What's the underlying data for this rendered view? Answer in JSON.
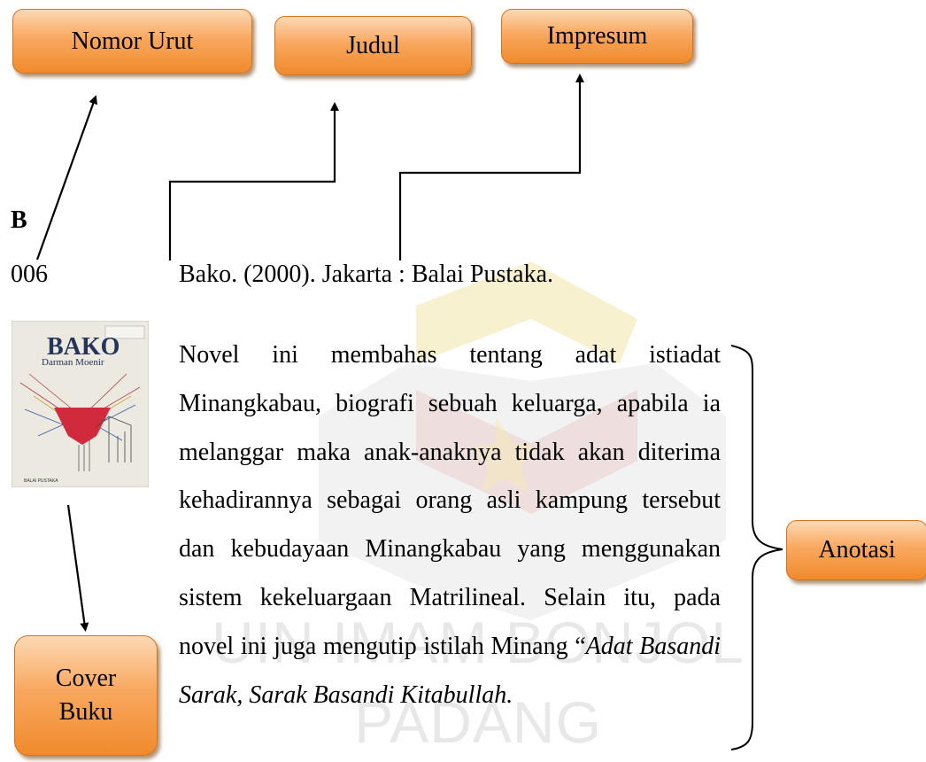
{
  "labels": {
    "nomor_urut": "Nomor Urut",
    "judul": "Judul",
    "impresum": "Impresum",
    "anotasi": "Anotasi",
    "cover_line1": "Cover",
    "cover_line2": "Buku"
  },
  "entry": {
    "letter": "B",
    "call_number": "006",
    "citation": "Bako. (2000). Jakarta : Balai Pustaka."
  },
  "annotation": {
    "text": "Novel ini membahas tentang adat istiadat Minangkabau, biografi sebuah keluarga, apabila ia melanggar maka anak-anaknya tidak akan diterima kehadirannya sebagai orang asli kampung tersebut dan kebudayaan Minangkabau yang menggunakan sistem kekeluargaan Matrilineal. Selain itu, pada novel ini juga mengutip istilah Minang “",
    "italic": "Adat Basandi Sarak, Sarak Basandi Kitabullah."
  },
  "cover": {
    "title": "BAKO",
    "author": "Darman Moenir",
    "publisher": "BALAI PUSTAKA"
  },
  "watermark": {
    "line1": "UIN IMAM BONJOL",
    "line2": "PADANG"
  }
}
